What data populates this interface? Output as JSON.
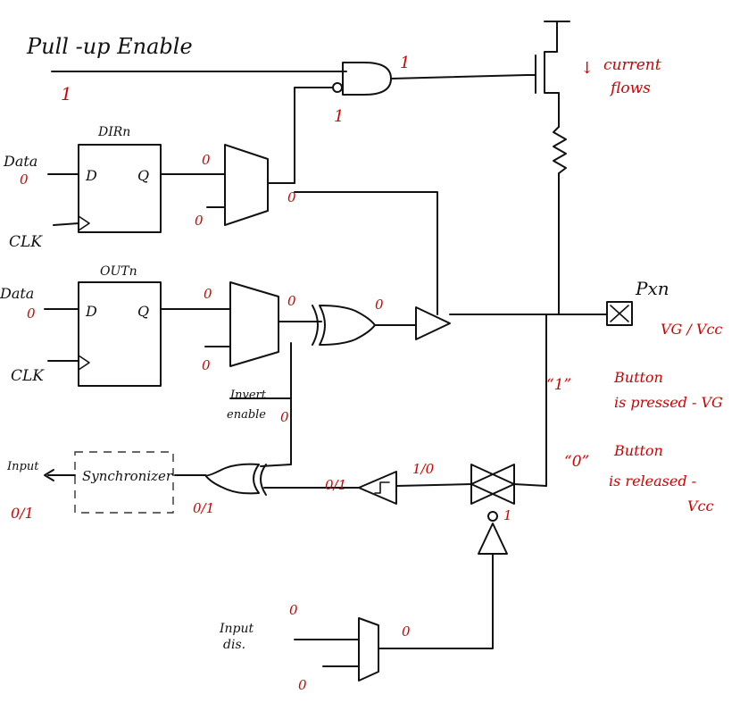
{
  "labels": {
    "pullup_enable": "Pull -up Enable",
    "pullup_value": "1",
    "and_out": "1",
    "and_in_inv": "1",
    "current_flows_1": "current",
    "current_flows_2": "flows",
    "current_arrow": "↓",
    "dirn": "DIRn",
    "outn": "OUTn",
    "data1": "Data",
    "data1_val": "0",
    "clk1": "CLK",
    "data2": "Data",
    "data2_val": "0",
    "clk2": "CLK",
    "ff_d1": "D",
    "ff_q1": "Q",
    "ff_d2": "D",
    "ff_q2": "Q",
    "mux1_in_top": "0",
    "mux1_in_bot": "0",
    "mux1_out": "0",
    "mux2_in_top": "0",
    "mux2_in_bot": "0",
    "mux2_out": "0",
    "xor_out": "0",
    "pxn": "Pxn",
    "vg_vcc": "V́G / Vcc",
    "vg_vcc_display": "VG / Vcc",
    "invert_enable_1": "Invert",
    "invert_enable_2": "enable",
    "invert_enable_val": "0",
    "btn1_q": "“1”",
    "btn1_l1": "Button",
    "btn1_l2": "is pressed - VG",
    "btn0_q": "“0”",
    "btn0_l1": "Button",
    "btn0_l2": "is released -",
    "btn0_l3": "Vcc",
    "input": "Input",
    "input_val": "0/1",
    "synchronizer": "Synchronizer",
    "xor2_out": "0/1",
    "schmitt_in": "0/1",
    "tgate_out": "1/0",
    "tgate_ctrl": "1",
    "input_dis_1": "Input",
    "input_dis_2": "dis.",
    "mux3_in_top": "0",
    "mux3_in_bot": "0",
    "mux3_out": "0"
  }
}
